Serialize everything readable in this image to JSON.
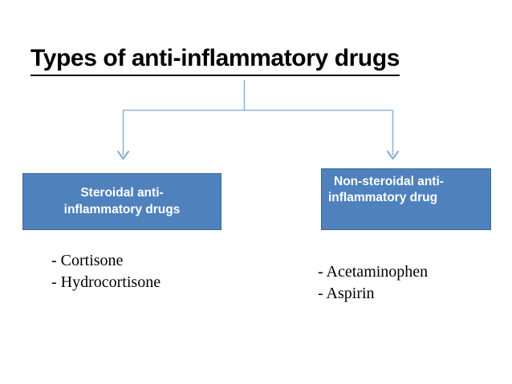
{
  "slide": {
    "title": "Types of anti-inflammatory drugs",
    "background_color": "#ffffff",
    "box_fill_color": "#4f81bd",
    "box_border_color": "#3e6693",
    "connector_color": "#95b3d7",
    "text_color_on_box": "#ffffff",
    "text_color_body": "#000000"
  },
  "branches": {
    "left": {
      "box": {
        "line_1": "Steroidal anti-",
        "line_2": "inflammatory drugs"
      },
      "drugs": [
        "- Cortisone",
        "- Hydrocortisone"
      ]
    },
    "right": {
      "box": {
        "line_1": "Non-steroidal anti-",
        "line_2": "inflammatory drug"
      },
      "drugs": [
        "- Acetaminophen",
        "- Aspirin"
      ]
    }
  },
  "connector": {
    "icon_left": "arrow-down-icon",
    "icon_right": "arrow-down-icon"
  }
}
